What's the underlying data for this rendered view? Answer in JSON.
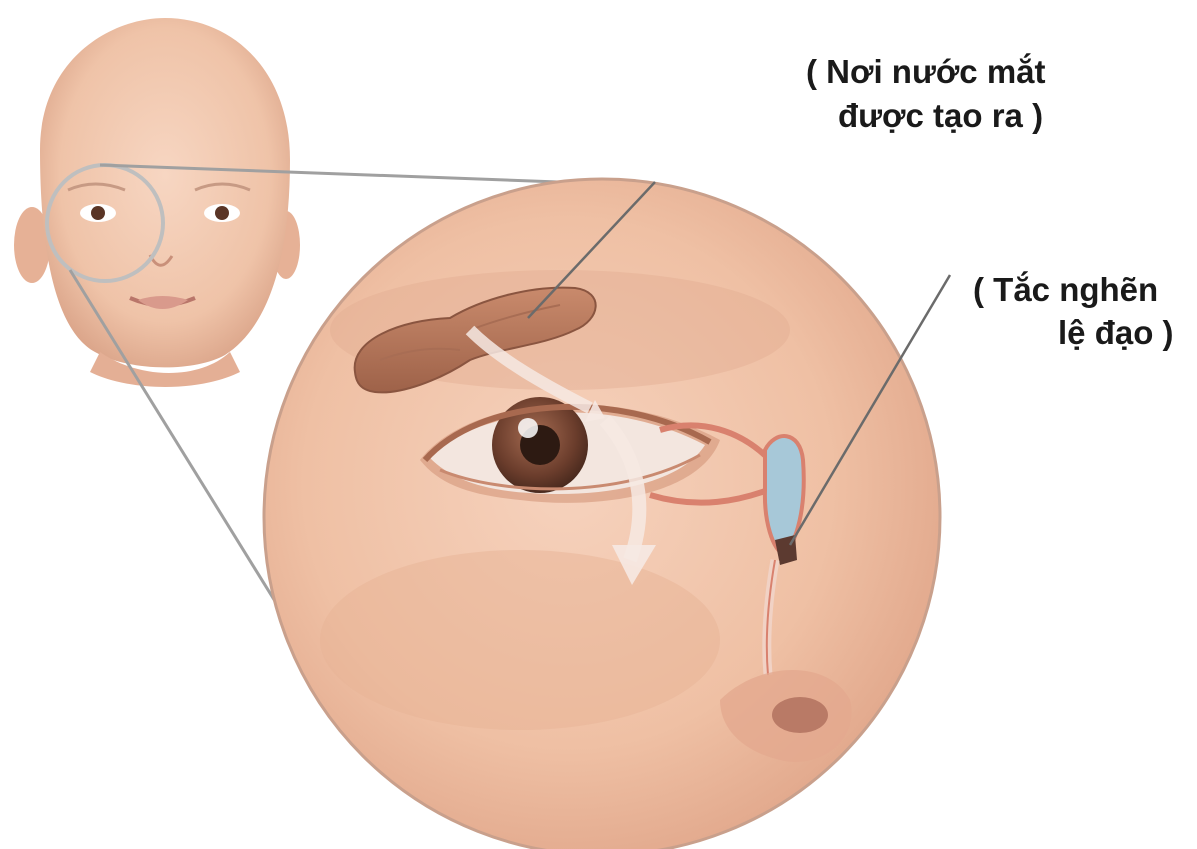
{
  "labels": {
    "tear_gland": {
      "line1": "( Nơi  nước mắt",
      "line2": "được tạo ra  )"
    },
    "duct_blockage": {
      "line1": "( Tắc nghẽn",
      "line2": "lệ đạo )"
    }
  },
  "colors": {
    "skin": "#efc3a8",
    "skin_shadow": "#d99a7c",
    "gland": "#b7795c",
    "iris": "#7a4a36",
    "duct_blue": "#a7c8d8",
    "leader_line": "#6b6b6b"
  }
}
